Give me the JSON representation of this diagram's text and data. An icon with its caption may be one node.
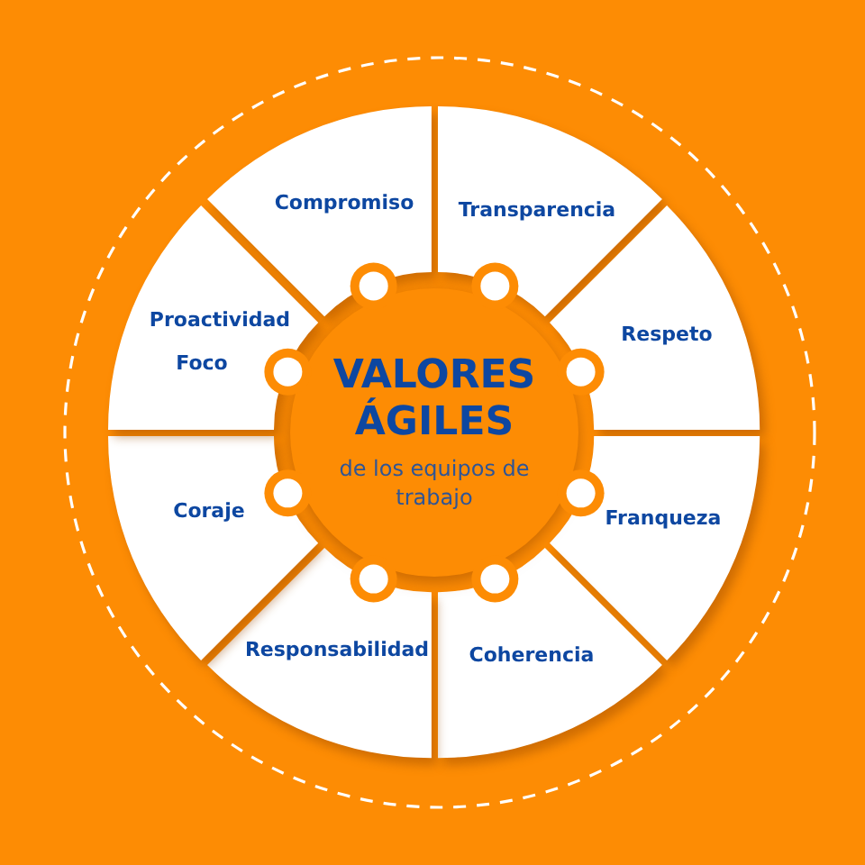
{
  "diagram": {
    "nodes": [
      {
        "text": [
          "VALORES ÁGILES",
          "de los equipos de trabajo"
        ]
      },
      {
        "text": [
          "Compromiso"
        ]
      },
      {
        "text": [
          "Transparencia"
        ]
      },
      {
        "text": [
          "Respeto"
        ]
      },
      {
        "text": [
          "Franqueza"
        ]
      },
      {
        "text": [
          "Coherencia"
        ]
      },
      {
        "text": [
          "Responsabilidad"
        ]
      },
      {
        "text": [
          "Coraje"
        ]
      },
      {
        "text": [
          "Proactividad",
          "Foco"
        ]
      }
    ]
  }
}
